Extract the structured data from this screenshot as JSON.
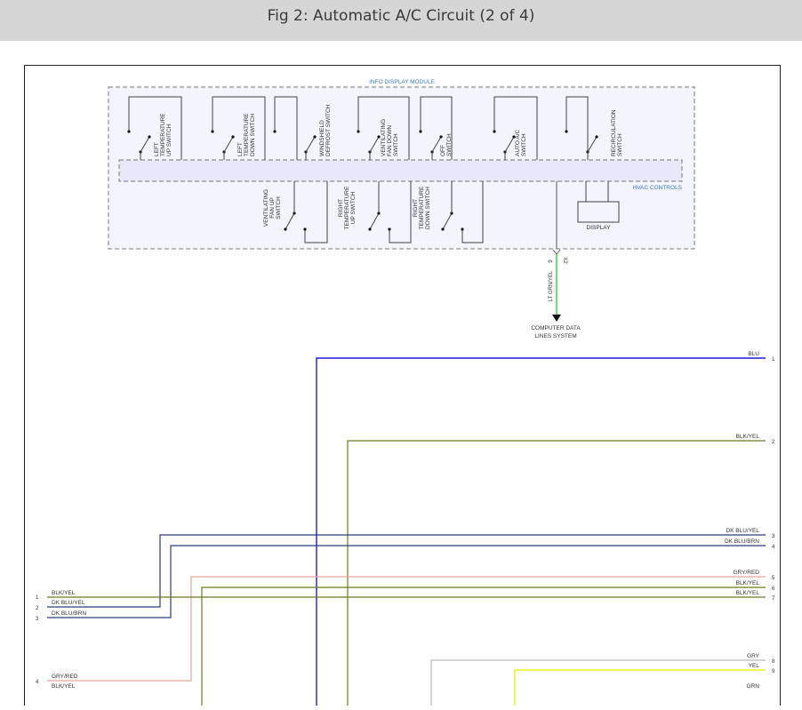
{
  "header": {
    "title": "Fig 2: Automatic A/C Circuit (2 of 4)"
  },
  "module": {
    "name": "INFO DISPLAY MODULE",
    "hvac_label": "HVAC CONTROLS",
    "display_label": "DISPLAY",
    "top_switches": [
      {
        "lines": [
          "LEFT",
          "TEMPERATURE",
          "UP SWITCH"
        ]
      },
      {
        "lines": [
          "LEFT",
          "TEMPERATURE",
          "DOWN SWITCH"
        ]
      },
      {
        "lines": [
          "WINDSHIELD",
          "DEFROST SWITCH"
        ]
      },
      {
        "lines": [
          "VENTILATING",
          "FAN DOWN",
          "SWITCH"
        ]
      },
      {
        "lines": [
          "OFF",
          "SWITCH"
        ]
      },
      {
        "lines": [
          "AUTO A/C",
          "SWITCH"
        ]
      },
      {
        "lines": [
          "RECIRCULATION",
          "SWITCH"
        ]
      }
    ],
    "bottom_switches": [
      {
        "lines": [
          "VENTILATING",
          "FAN UP",
          "SWITCH"
        ]
      },
      {
        "lines": [
          "RIGHT",
          "TEMPERATURE",
          "UP SWITCH"
        ]
      },
      {
        "lines": [
          "RIGHT",
          "TEMPERATURE",
          "DOWN SWITCH"
        ]
      }
    ],
    "connector": {
      "pin": "9",
      "ref": "X2"
    }
  },
  "data_line": {
    "wire": "LT GRN/YEL",
    "destination_line1": "COMPUTER DATA",
    "destination_line2": "LINES SYSTEM"
  },
  "right_wires": [
    {
      "label": "BLU",
      "pin": "1"
    },
    {
      "label": "BLK/YEL",
      "pin": "2"
    },
    {
      "label": "DK BLU/YEL",
      "pin": "3"
    },
    {
      "label": "DK BLU/BRN",
      "pin": "4"
    },
    {
      "label": "GRY/RED",
      "pin": "5"
    },
    {
      "label": "BLK/YEL",
      "pin": "6"
    },
    {
      "label": "BLK/YEL",
      "pin": "7"
    },
    {
      "label": "GRY",
      "pin": "8"
    },
    {
      "label": "YEL",
      "pin": "9"
    },
    {
      "label": "GRN",
      "pin": ""
    }
  ],
  "left_wires": [
    {
      "label": "BLK/YEL",
      "pin": "1"
    },
    {
      "label": "DK BLU/YEL",
      "pin": "2"
    },
    {
      "label": "DK BLU/BRN",
      "pin": "3"
    },
    {
      "label": "GRY/RED",
      "pin": "4"
    },
    {
      "label": "BLK/YEL",
      "pin": ""
    }
  ],
  "colors": {
    "blu": "#1a1adc",
    "blk_yel": "#6f7a1a",
    "dk_blu": "#2b3d7a",
    "gry_red": "#e8a39c",
    "gry": "#b8b8b8",
    "yel": "#f2ee1a",
    "lt_grn": "#36e836",
    "module_fill": "#f3f4fd",
    "bus_fill": "#e7e9fb",
    "label_blue": "#3a7bd5"
  }
}
